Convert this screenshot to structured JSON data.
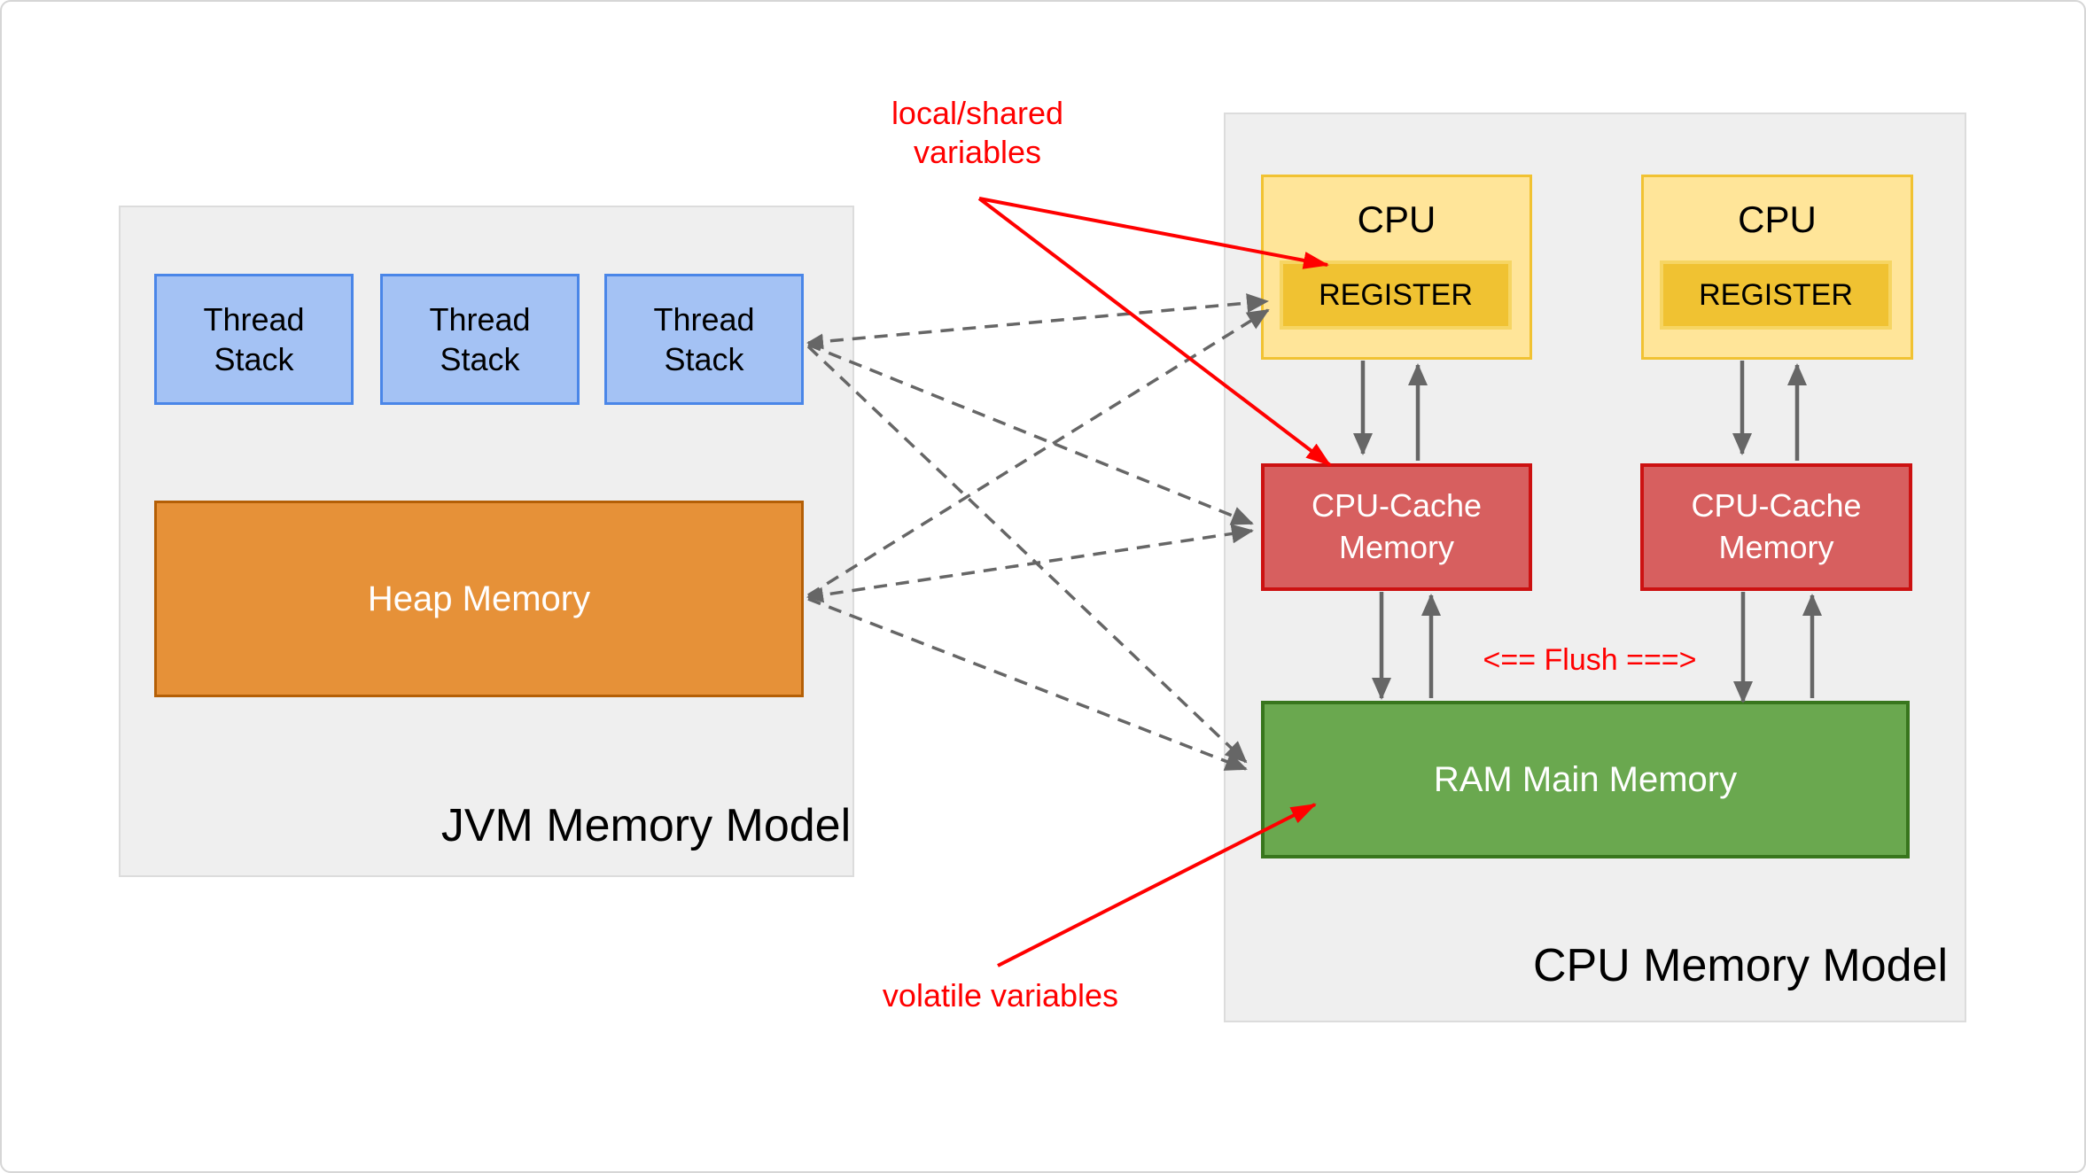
{
  "jvm": {
    "title": "JVM Memory Model",
    "thread_stacks": [
      {
        "label": "Thread Stack"
      },
      {
        "label": "Thread Stack"
      },
      {
        "label": "Thread Stack"
      }
    ],
    "heap": {
      "label": "Heap Memory"
    }
  },
  "cpu": {
    "title": "CPU Memory Model",
    "cpus": [
      {
        "label": "CPU",
        "register": "REGISTER"
      },
      {
        "label": "CPU",
        "register": "REGISTER"
      }
    ],
    "caches": [
      {
        "label": "CPU-Cache Memory"
      },
      {
        "label": "CPU-Cache Memory"
      }
    ],
    "ram": {
      "label": "RAM Main Memory"
    },
    "flush": "<== Flush ===>"
  },
  "annotations": {
    "local_shared": "local/shared variables",
    "volatile": "volatile variables"
  },
  "colors": {
    "panel_bg": "#efefef",
    "panel_border": "#dcdcdc",
    "thread_fill": "#a4c2f4",
    "thread_border": "#4a86e8",
    "heap_fill": "#e69138",
    "heap_border": "#b45f06",
    "cpu_fill": "#ffe599",
    "cpu_border": "#f1c232",
    "register_fill": "#f0c232",
    "cache_fill": "#d75f5f",
    "cache_border": "#cc1111",
    "ram_fill": "#6aa84f",
    "ram_border": "#38761d",
    "annotation_red": "#ff0000",
    "arrow_gray": "#666666"
  }
}
